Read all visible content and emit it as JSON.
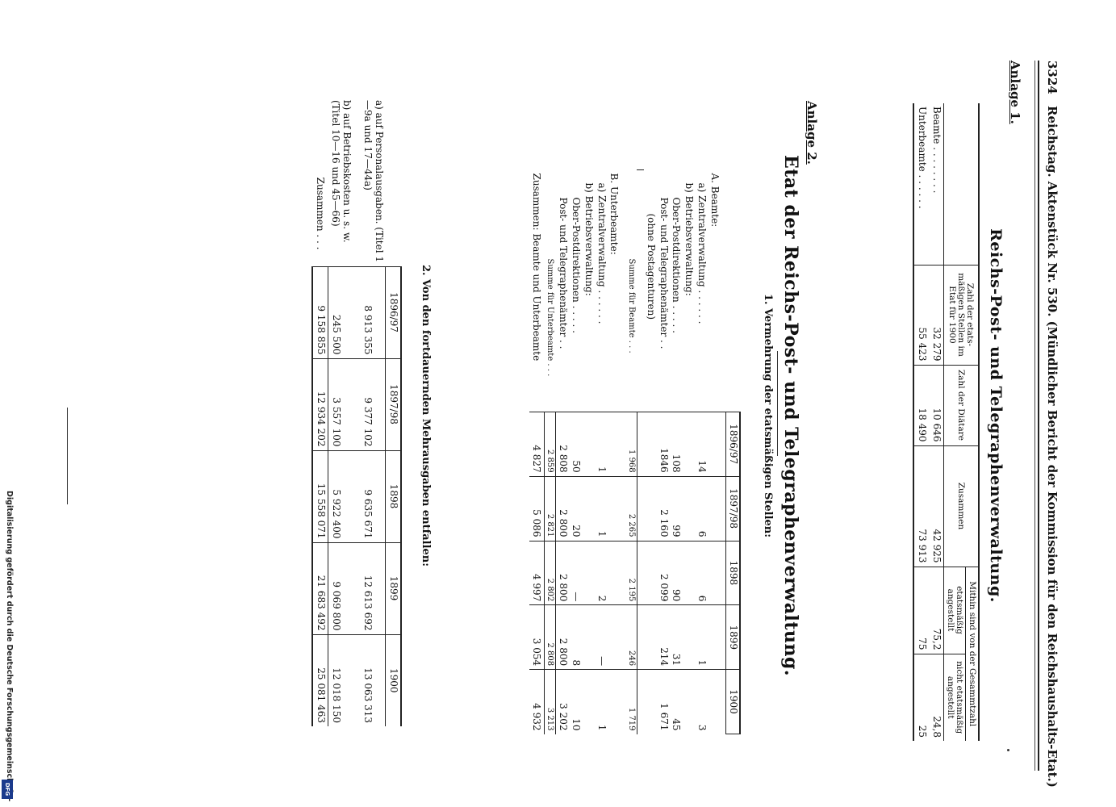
{
  "header": {
    "page_number": "3324",
    "running_title": "Reichstag. Aktenstück Nr. 530. (Mündlicher Bericht der Kommission für den Reichshaushalts-Etat.)"
  },
  "anlage1": {
    "label": "Anlage 1.",
    "title": "Reichs-Post- und Telegraphenverwaltung.",
    "columns": {
      "col1": "Zahl der etats-mäßigen Stellen im Etat für 1900",
      "col2": "Zahl der Diätare",
      "col3": "Zusammen",
      "group": "Mithin sind von der Gesammtzahl",
      "col4": "etatsmäßig angestellt",
      "col5": "nicht etatsmäßig angestellt"
    },
    "rows": [
      {
        "label": "Beamte . . . . . . . .",
        "c1": "32 279",
        "c2": "10 646",
        "c3": "42 925",
        "c4": "75,2",
        "c5": "24,8"
      },
      {
        "label": "Unterbeamte . . . . . .",
        "c1": "55 423",
        "c2": "18 490",
        "c3": "73 913",
        "c4": "75",
        "c5": "25"
      }
    ]
  },
  "anlage2": {
    "label": "Anlage 2.",
    "title": "Etat der Reichs-Post- und Telegraphenverwaltung.",
    "section1_title": "1. Vermehrung der etatsmäßigen Stellen:",
    "years": [
      "1896/97",
      "1897/98",
      "1898",
      "1899",
      "1900"
    ],
    "groupA": "A. Beamte:",
    "a_central": "a) Zentralverwaltung . . . . . .",
    "a_central_vals": [
      "14",
      "6",
      "6",
      "1",
      "3"
    ],
    "a_betrieb": "b) Betriebsverwaltung:",
    "a_opd": "Ober-Postdirektionen . . . . .",
    "a_opd_vals": [
      "108",
      "99",
      "90",
      "31",
      "45"
    ],
    "a_post": "Post- und Telegraphenämter . .",
    "a_post_vals": [
      "1846",
      "2 160",
      "2 099",
      "214",
      "1 671"
    ],
    "a_post_note": "(ohne Postagenturen)",
    "a_sum_label": "Summe für Beamte . . .",
    "a_sum_vals": [
      "1 968",
      "2 265",
      "2 195",
      "246",
      "1 719"
    ],
    "groupB": "B. Unterbeamte:",
    "b_central": "a) Zentralverwaltung . . . . . .",
    "b_central_vals": [
      "1",
      "1",
      "2",
      "—",
      "1"
    ],
    "b_betrieb": "b) Betriebsverwaltung:",
    "b_opd": "Ober-Postdirektionen . . . . .",
    "b_opd_vals": [
      "50",
      "20",
      "—",
      "8",
      "10"
    ],
    "b_post": "Post- und Telegraphenämter . .",
    "b_post_vals": [
      "2 808",
      "2 800",
      "2 800",
      "2 800",
      "3 202"
    ],
    "b_sum_label": "Summe für Unterbeamte . . .",
    "b_sum_vals": [
      "2 859",
      "2 821",
      "2 802",
      "2 808",
      "3 213"
    ],
    "total_label": "Zusammen: Beamte und Unterbeamte",
    "total_vals": [
      "4 827",
      "5 086",
      "4 997",
      "3 054",
      "4 932"
    ],
    "section2_title": "2. Von den fortdauernden Mehrausgaben entfallen:",
    "exp_years": [
      "1896/97",
      "1897/98",
      "1898",
      "1899",
      "1900"
    ],
    "exp_a": "a) auf Personalausgaben. (Titel 1—9a und 17—44a)",
    "exp_a_vals": [
      "8 913 355",
      "9 377 102",
      "9 635 671",
      "12 613 692",
      "13 063 313"
    ],
    "exp_b": "b) auf Betriebskosten u. s. w. (Titel 10—16 und 45—66)",
    "exp_b_vals": [
      "245 500",
      "3 557 100",
      "5 922 400",
      "9 069 800",
      "12 018 150"
    ],
    "exp_total_label": "Zusammen . . .",
    "exp_total_vals": [
      "9 158 855",
      "12 934 202",
      "15 558 071",
      "21 683 492",
      "25 081 463"
    ]
  },
  "credit": {
    "text": "Digitalisierung gefördert durch die Deutsche Forschungsgemeinschaft -",
    "logo_text": "DFG"
  }
}
